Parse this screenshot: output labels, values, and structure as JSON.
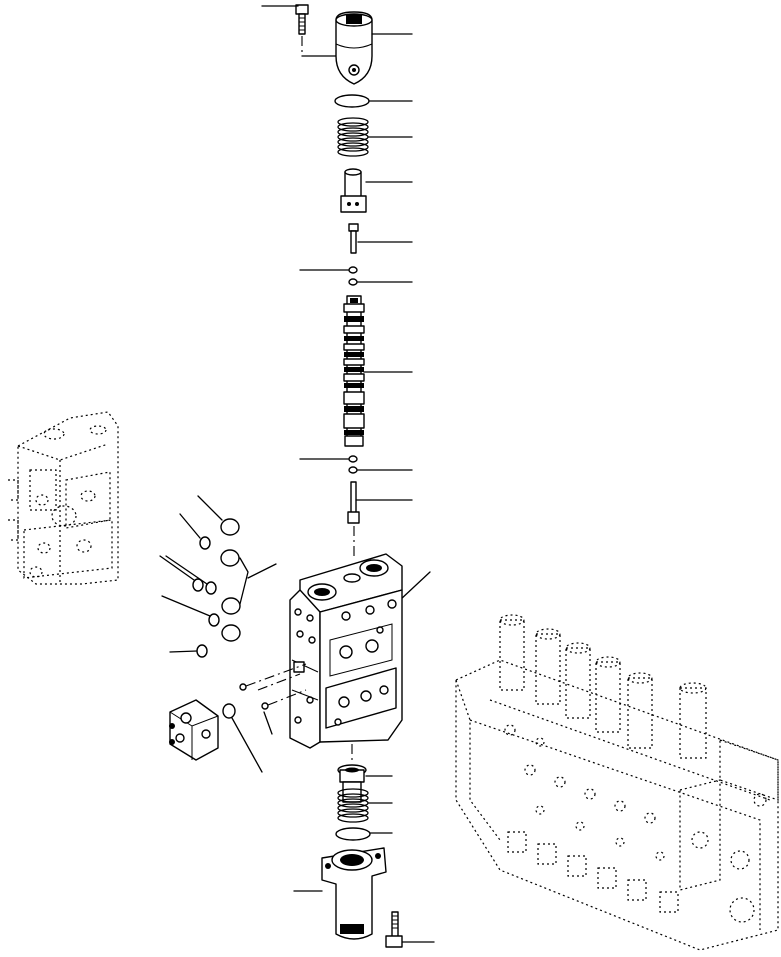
{
  "diagram": {
    "type": "exploded-parts-view",
    "callouts": [
      {
        "id": "callout-bolt-top"
      },
      {
        "id": "callout-cap-top"
      },
      {
        "id": "callout-oring-top"
      },
      {
        "id": "callout-spring-top"
      },
      {
        "id": "callout-retainer-top"
      },
      {
        "id": "callout-stopper-top"
      },
      {
        "id": "callout-small-oring-left-a"
      },
      {
        "id": "callout-small-oring-right-a"
      },
      {
        "id": "callout-spool"
      },
      {
        "id": "callout-small-oring-left-b"
      },
      {
        "id": "callout-small-oring-right-b"
      },
      {
        "id": "callout-pin"
      },
      {
        "id": "callout-housing"
      },
      {
        "id": "callout-seal-set"
      },
      {
        "id": "callout-flange-oring"
      },
      {
        "id": "callout-retainer-bottom"
      },
      {
        "id": "callout-spring-bottom"
      },
      {
        "id": "callout-oring-bottom"
      },
      {
        "id": "callout-cap-bottom"
      },
      {
        "id": "callout-bolt-bottom"
      }
    ]
  }
}
